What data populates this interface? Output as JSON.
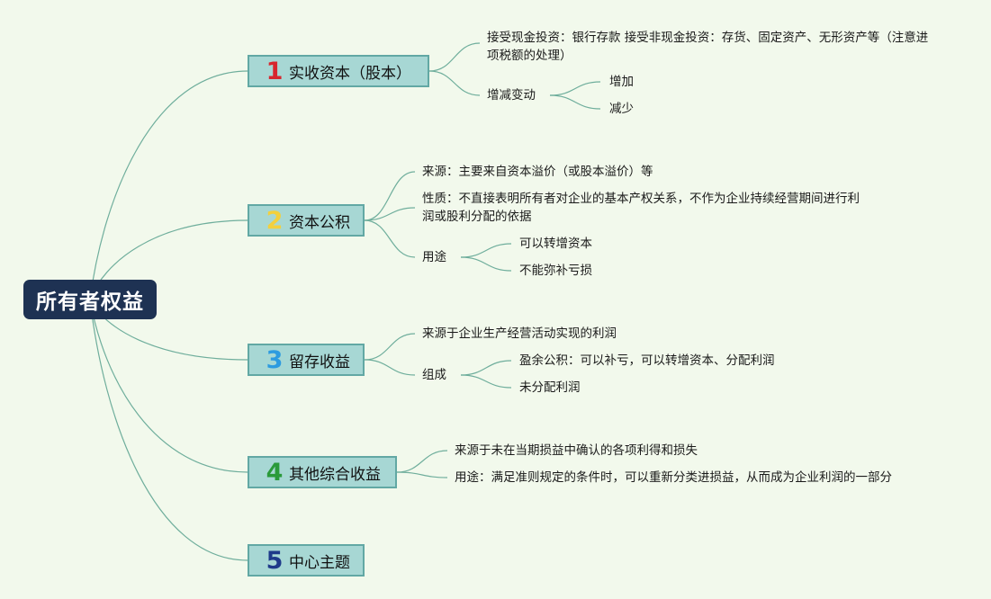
{
  "root": {
    "label": "所有者权益"
  },
  "branches": [
    {
      "num": "1",
      "num_color": "#d7262e",
      "label": "实收资本（股本）",
      "children": [
        {
          "label": "接受现金投资：银行存款 接受非现金投资：存货、固定资产、无形资产等（注意进项税额的处理）"
        },
        {
          "label": "增减变动",
          "children": [
            {
              "label": "增加"
            },
            {
              "label": "减少"
            }
          ]
        }
      ]
    },
    {
      "num": "2",
      "num_color": "#f3d03d",
      "label": "资本公积",
      "children": [
        {
          "label": "来源：主要来自资本溢价（或股本溢价）等"
        },
        {
          "label": "性质：不直接表明所有者对企业的基本产权关系，不作为企业持续经营期间进行利润或股利分配的依据"
        },
        {
          "label": "用途",
          "children": [
            {
              "label": "可以转增资本"
            },
            {
              "label": "不能弥补亏损"
            }
          ]
        }
      ]
    },
    {
      "num": "3",
      "num_color": "#2d9be0",
      "label": "留存收益",
      "children": [
        {
          "label": "来源于企业生产经营活动实现的利润"
        },
        {
          "label": "组成",
          "children": [
            {
              "label": "盈余公积：可以补亏，可以转增资本、分配利润"
            },
            {
              "label": "未分配利润"
            }
          ]
        }
      ]
    },
    {
      "num": "4",
      "num_color": "#2a9a3a",
      "label": "其他综合收益",
      "children": [
        {
          "label": "来源于未在当期损益中确认的各项利得和损失"
        },
        {
          "label": "用途：满足准则规定的条件时，可以重新分类进损益，从而成为企业利润的一部分"
        }
      ]
    },
    {
      "num": "5",
      "num_color": "#1e3a8a",
      "label": "中心主题",
      "children": []
    }
  ],
  "colors": {
    "line": "#6fae9c",
    "root_bg": "#1e3253",
    "branch_bg": "#a7d7d4",
    "branch_border": "#62a8a4",
    "background": "#f2f9ec"
  }
}
